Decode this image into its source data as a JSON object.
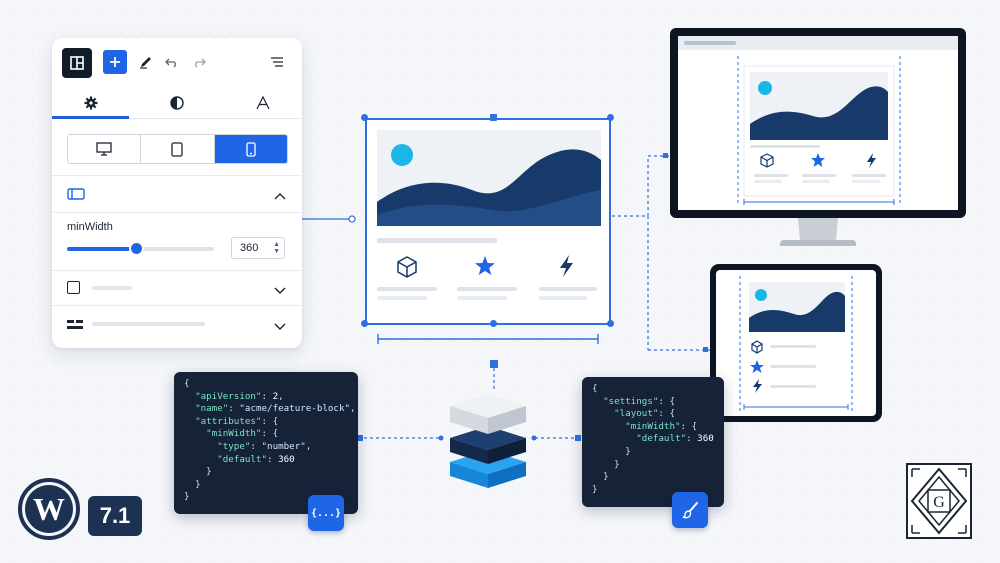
{
  "panel": {
    "minwidth_label": "minWidth",
    "minwidth_value": "360",
    "slider_fraction": 0.47
  },
  "code_block_json": {
    "lines": [
      "{",
      "  \"apiVersion\": 2,",
      "  \"name\": \"acme/feature-block\",",
      "  \"attributes\": {",
      "    \"minWidth\": {",
      "      \"type\": \"number\",",
      "      \"default\": 360",
      "    }",
      "  }",
      "}"
    ],
    "badge_icon": "code-braces-icon",
    "badge_text": "{...}"
  },
  "code_block_theme": {
    "lines": [
      "{",
      "  \"settings\": {",
      "    \"layout\": {",
      "      \"minWidth\": {",
      "        \"default\": 360",
      "      }",
      "    }",
      "  }",
      "}"
    ],
    "badge_icon": "paintbrush-icon"
  },
  "branding": {
    "wordpress_logo": "wordpress-logo",
    "version": "7.1",
    "corner_logo_letter": "G"
  },
  "colors": {
    "accent": "#1e66e6",
    "navy": "#173a6b",
    "cyan": "#19b7e8",
    "code_bg": "#162238"
  }
}
